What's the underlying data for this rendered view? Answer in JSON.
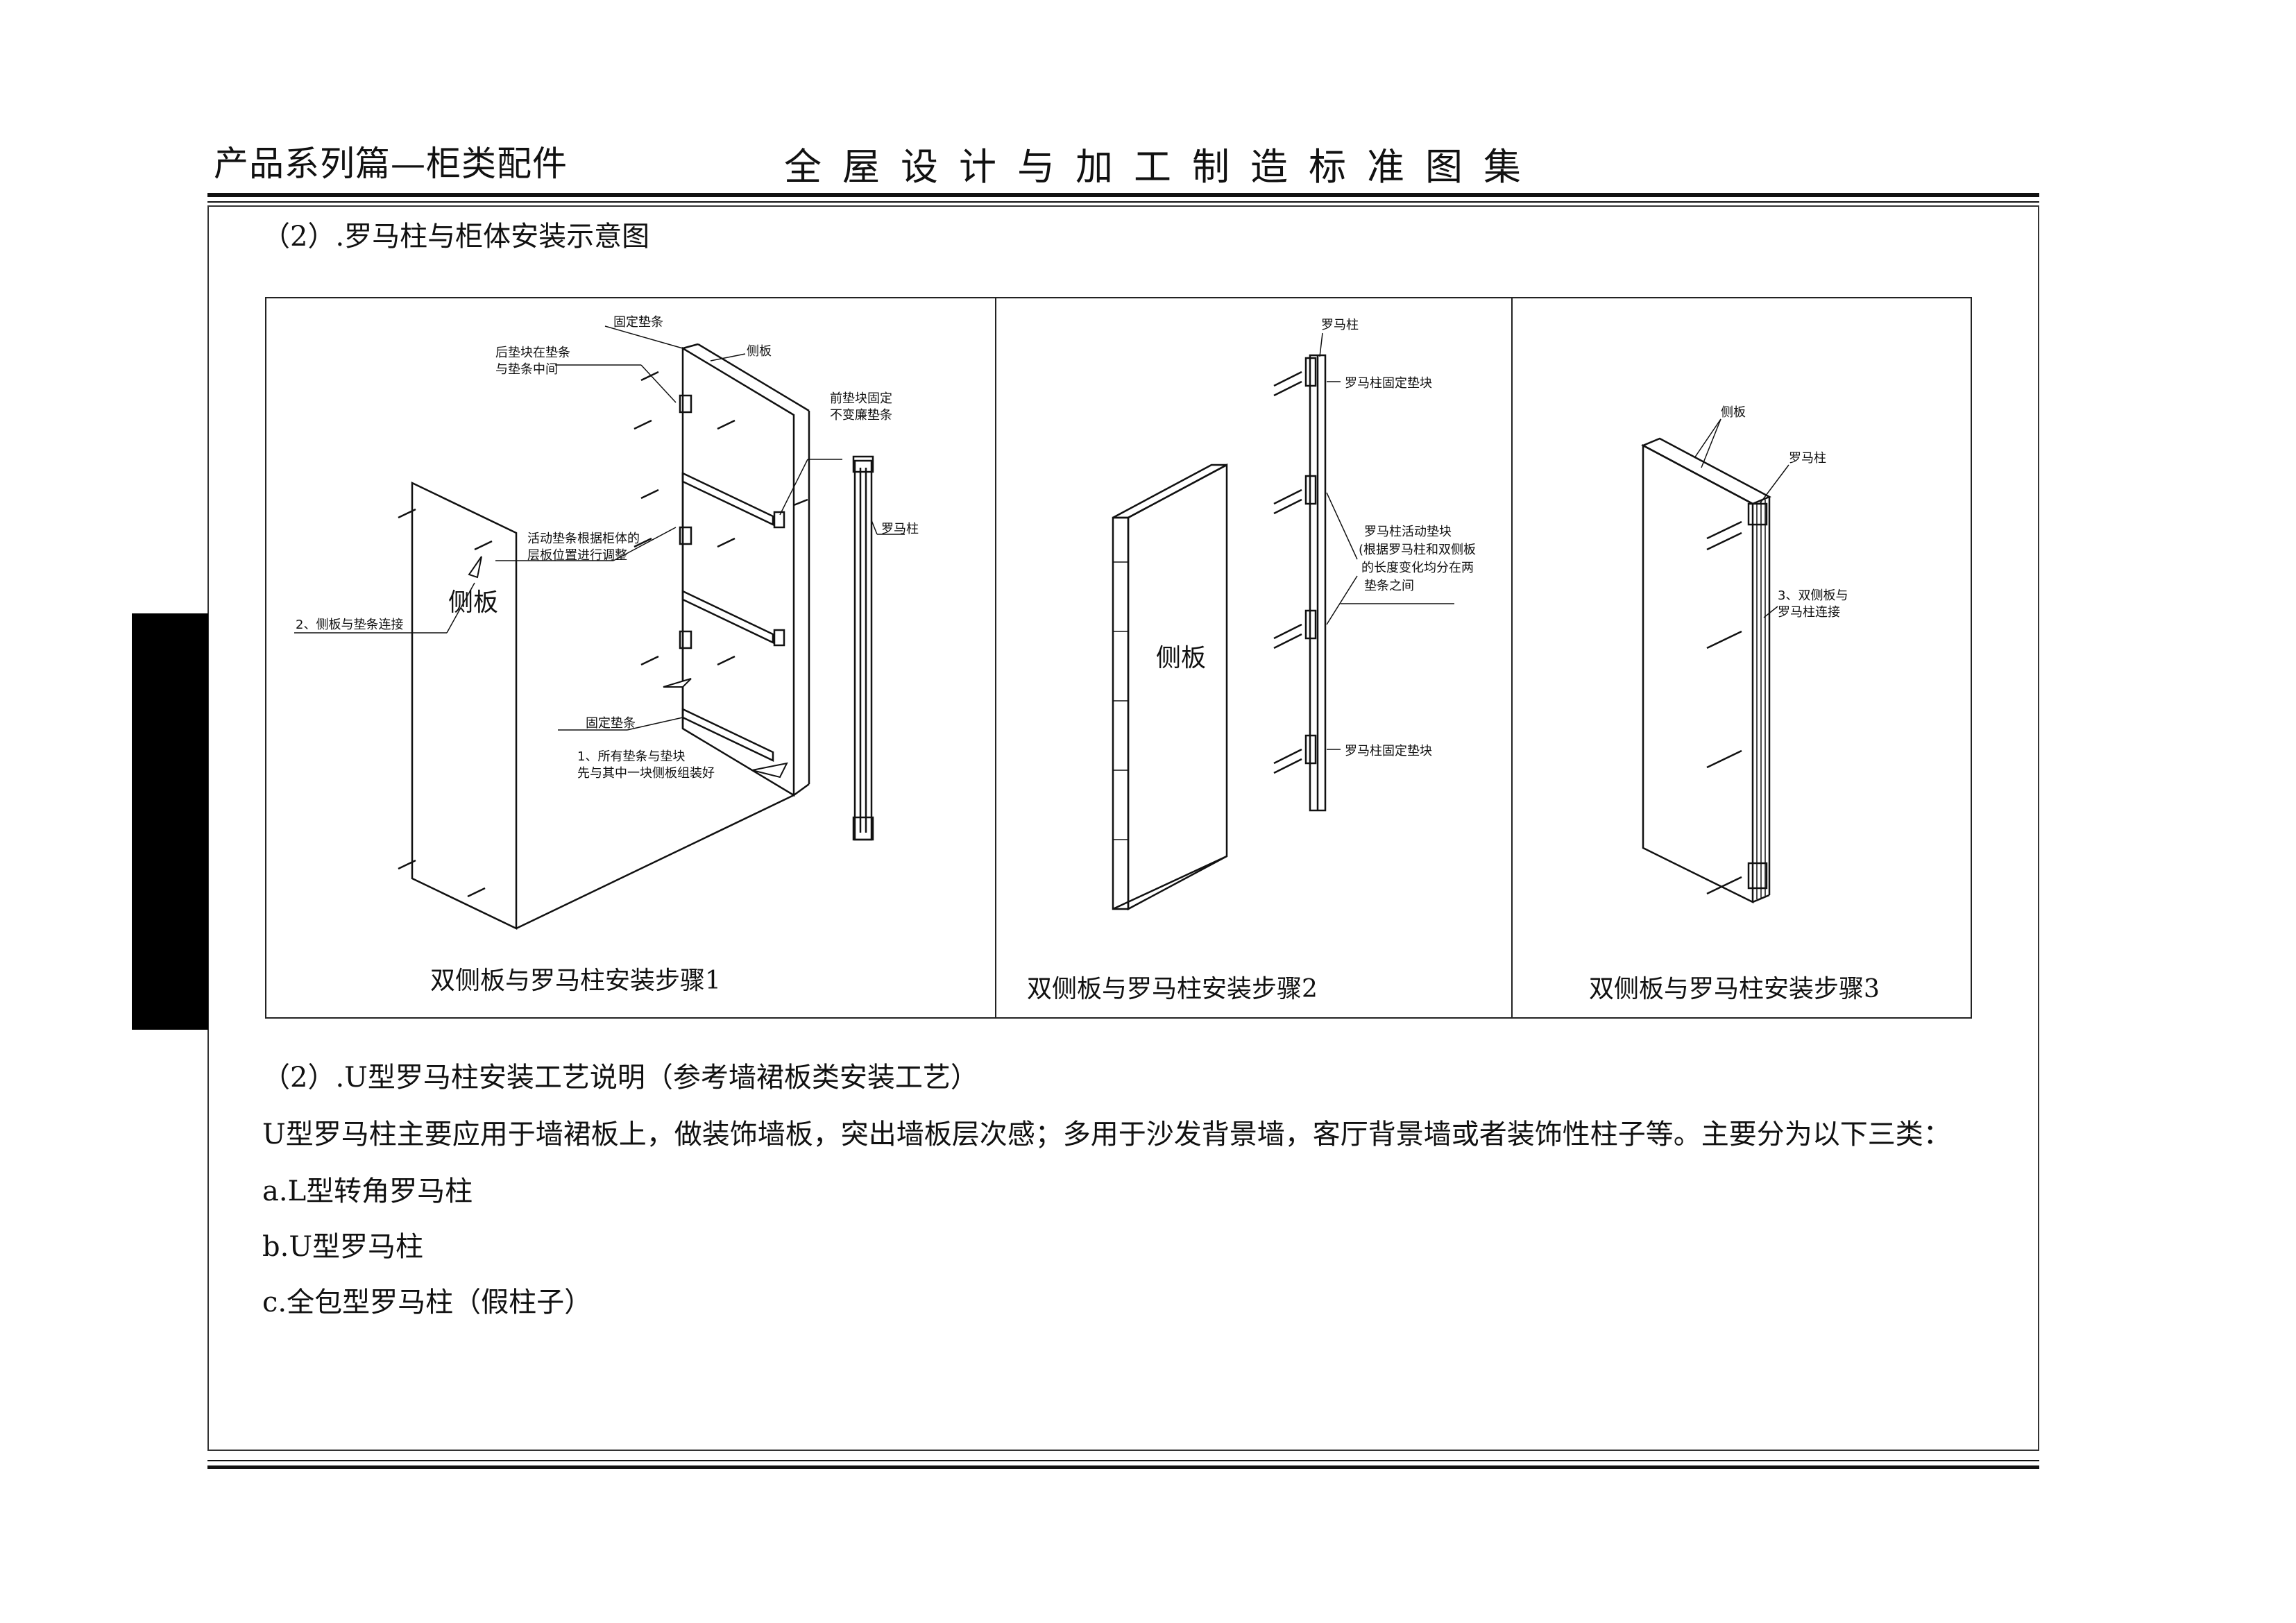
{
  "header": {
    "left_title": "产品系列篇—柜类配件",
    "center_title": "全屋设计与加工制造标准图集"
  },
  "section1": {
    "title": "（2）.罗马柱与柜体安装示意图"
  },
  "panels": [
    {
      "caption": "双侧板与罗马柱安装步骤1",
      "labels": {
        "fixed_strip_top": "固定垫条",
        "side_panel_small": "侧板",
        "rear_block_1": "后垫块在垫条",
        "rear_block_2": "与垫条中间",
        "front_block_1": "前垫块固定",
        "front_block_2": "不变廉垫条",
        "roman_column": "罗马柱",
        "movable_1": "活动垫条根据柜体的",
        "movable_2": "层板位置进行调整",
        "step2_note": "2、侧板与垫条连接",
        "side_panel_big": "侧板",
        "fixed_strip_bottom": "固定垫条",
        "step1_note_1": "1、所有垫条与垫块",
        "step1_note_2": "先与其中一块侧板组装好"
      }
    },
    {
      "caption": "双侧板与罗马柱安装步骤2",
      "labels": {
        "roman_column": "罗马柱",
        "fixed_block_top": "罗马柱固定垫块",
        "movable_1": "罗马柱活动垫块",
        "movable_2": "(根据罗马柱和双侧板",
        "movable_3": "的长度变化均分在两",
        "movable_4": "垫条之间",
        "fixed_block_bottom": "罗马柱固定垫块",
        "side_panel_big": "侧板"
      }
    },
    {
      "caption": "双侧板与罗马柱安装步骤3",
      "labels": {
        "side_panel": "侧板",
        "roman_column": "罗马柱",
        "step3_1": "3、双侧板与",
        "step3_2": "罗马柱连接"
      }
    }
  ],
  "section2": {
    "title": "（2）.U型罗马柱安装工艺说明（参考墙裙板类安装工艺）",
    "paragraph": "U型罗马柱主要应用于墙裙板上，做装饰墙板，突出墙板层次感；多用于沙发背景墙，客厅背景墙或者装饰性柱子等。主要分为以下三类：",
    "items": [
      "a.L型转角罗马柱",
      "b.U型罗马柱",
      "c.全包型罗马柱（假柱子）"
    ]
  }
}
